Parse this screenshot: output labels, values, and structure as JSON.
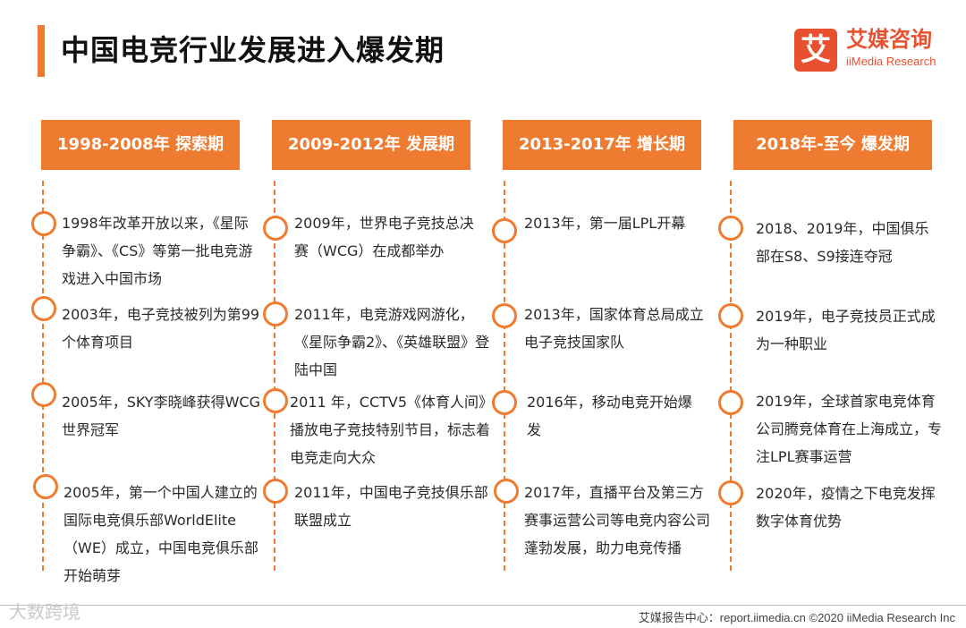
{
  "title": "中国电竞行业发展进入爆发期",
  "logo": {
    "mark": "艾",
    "cn": "艾媒咨询",
    "en": "iiMedia Research"
  },
  "phases": [
    {
      "header": "1998-2008年 探索期",
      "events": [
        "1998年改革开放以来，《星际争霸》、《CS》等第一批电竞游戏进入中国市场",
        "2003年，电子竞技被列为第99个体育项目",
        "2005年，SKY李晓峰获得WCG世界冠军",
        "2005年，第一个中国人建立的国际电竞俱乐部WorldElite（WE）成立，中国电竞俱乐部开始萌芽"
      ]
    },
    {
      "header": "2009-2012年 发展期",
      "events": [
        "2009年，世界电子竞技总决赛（WCG）在成都举办",
        "2011年，电竞游戏网游化，《星际争霸2》、《英雄联盟》登陆中国",
        "2011 年，CCTV5《体育人间》播放电子竞技特别节目，标志着电竞走向大众",
        "2011年，中国电子竞技俱乐部联盟成立"
      ]
    },
    {
      "header": "2013-2017年 增长期",
      "events": [
        "2013年，第一届LPL开幕",
        "2013年，国家体育总局成立电子竞技国家队",
        "2016年，移动电竞开始爆发",
        "2017年，直播平台及第三方赛事运营公司等电竞内容公司蓬勃发展，助力电竞传播"
      ]
    },
    {
      "header": "2018年-至今 爆发期",
      "events": [
        "2018、2019年，中国俱乐部在S8、S9接连夺冠",
        "2019年，电子竞技员正式成为一种职业",
        "2019年，全球首家电竞体育公司腾竞体育在上海成立，专注LPL赛事运营",
        "2020年，疫情之下电竞发挥数字体育优势"
      ]
    }
  ],
  "footer": "艾媒报告中心：report.iimedia.cn   ©2020  iiMedia Research  Inc",
  "watermark": "大数跨境",
  "colors": {
    "accent": "#EE7B30",
    "brand": "#E8512F"
  }
}
